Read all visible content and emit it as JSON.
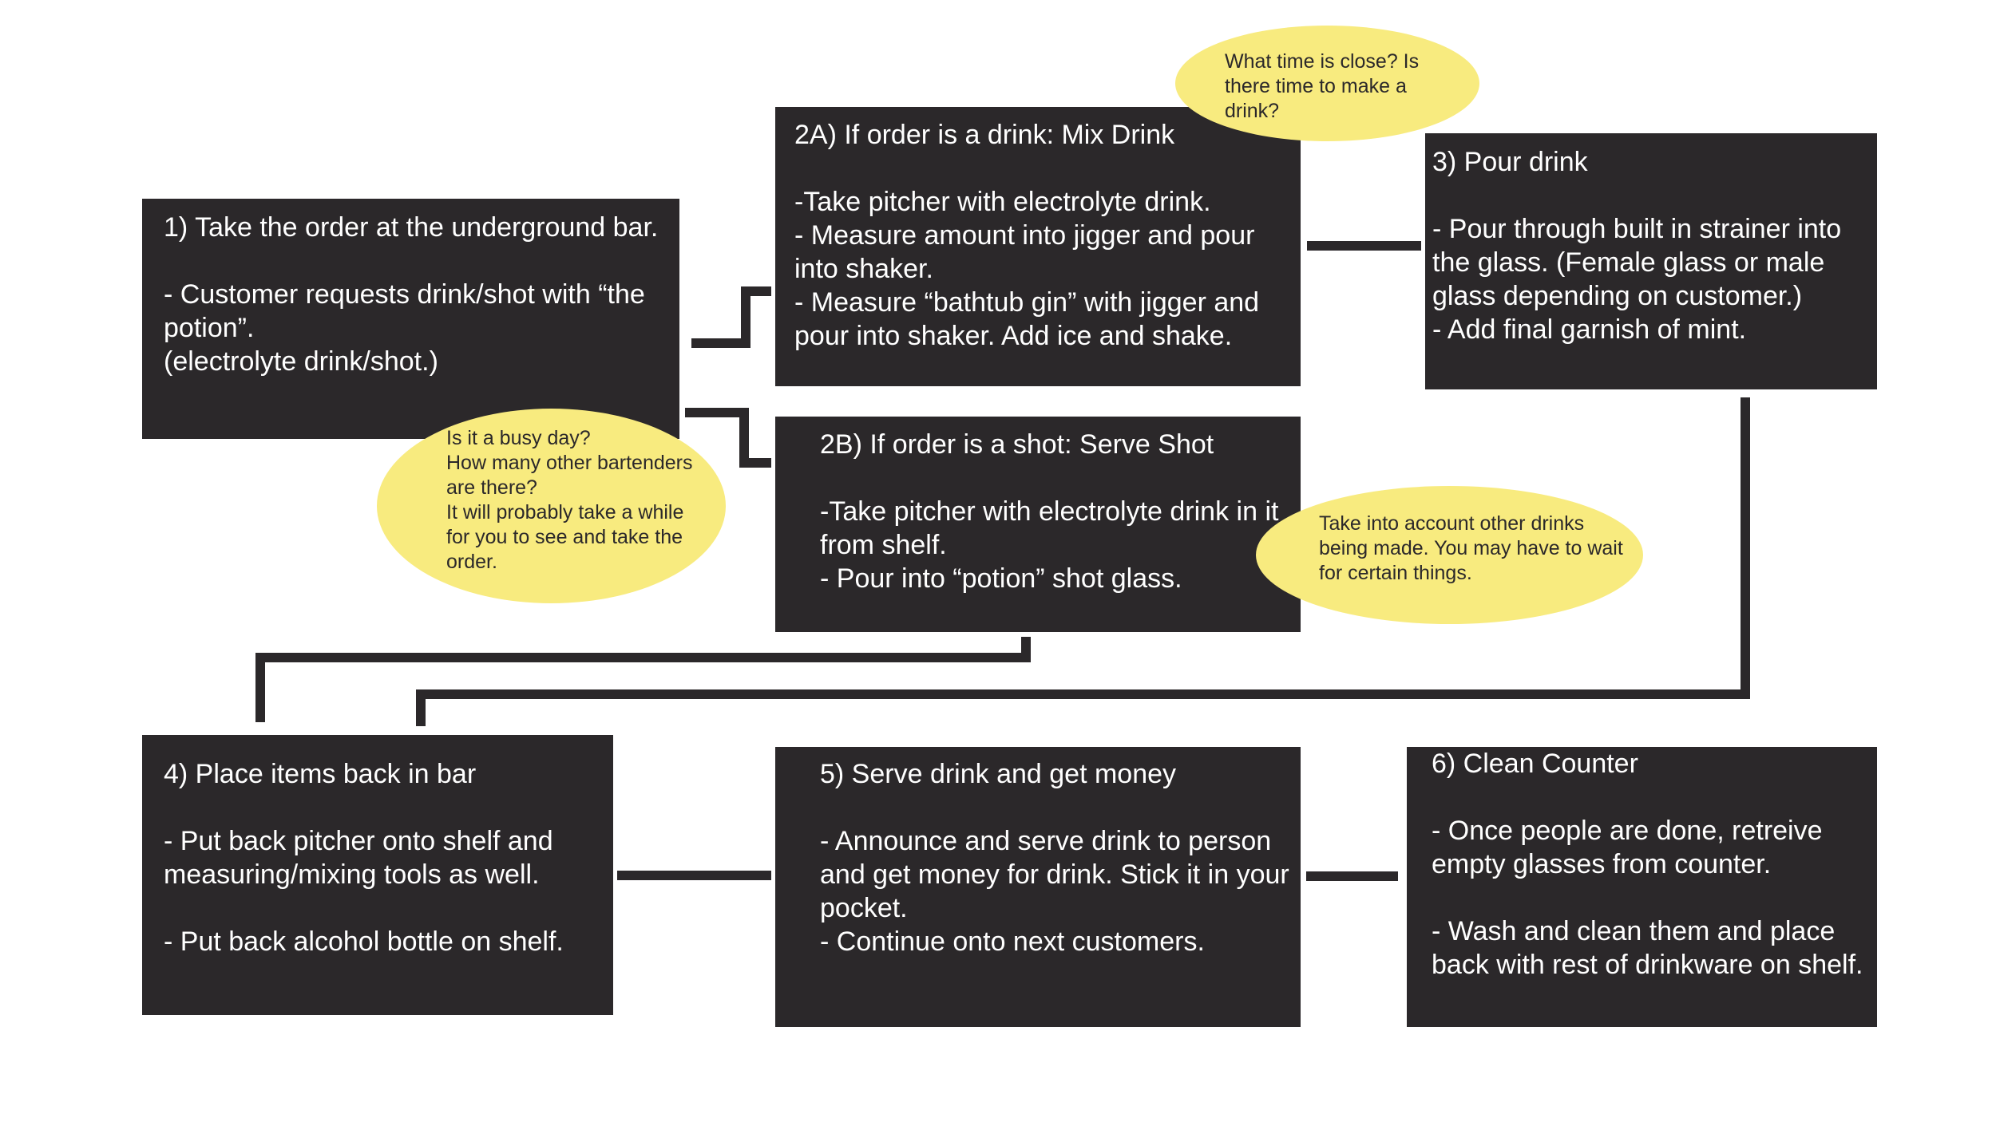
{
  "steps": {
    "step1": "1) Take the order at the underground bar.\n\n- Customer requests drink/shot with “the potion”.\n(electrolyte drink/shot.)",
    "step2a": "2A) If order is a drink: Mix Drink\n\n-Take pitcher with electrolyte drink.\n- Measure amount into jigger and pour into shaker.\n- Measure “bathtub gin” with jigger and pour into shaker. Add ice and shake.",
    "step2b": "2B) If order is a shot: Serve Shot\n\n-Take pitcher with electrolyte drink in it from shelf.\n- Pour into “potion” shot glass.",
    "step3": "3) Pour drink\n\n- Pour through built in strainer into the glass. (Female glass or male glass depending on customer.)\n- Add final garnish of mint.",
    "step4": "4) Place items back in bar\n\n- Put back pitcher onto shelf and measuring/mixing tools as well.\n\n- Put back alcohol bottle on shelf.",
    "step5": "5) Serve drink and get money\n\n- Announce and serve drink to person and get money for drink. Stick it in your pocket.\n- Continue onto next customers.",
    "step6": "6) Clean Counter\n\n- Once people are done, retreive empty glasses from counter.\n\n- Wash and clean them and place back with rest of drinkware on shelf."
  },
  "notes": {
    "close_time": "What time is close? Is there time to make a drink?",
    "busy_day": "Is it a busy day?\nHow many other bartenders are there?\nIt will probably take a while for you to see and take the order.",
    "other_drinks": "Take into account other drinks being made. You may have to wait for certain things."
  },
  "colors": {
    "box_fill": "#2b282a",
    "box_text": "#ffffff",
    "note_fill": "#f8eb7f",
    "note_text": "#2b282a",
    "connector": "#2b282a"
  }
}
